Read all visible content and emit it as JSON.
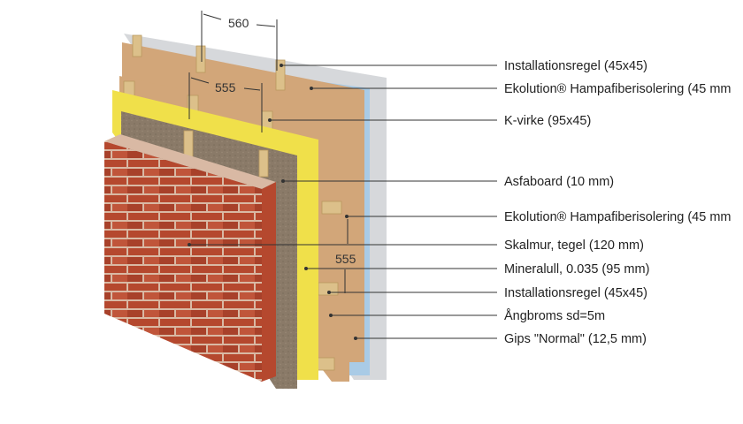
{
  "colors": {
    "gypsum": "#d6d8db",
    "vapor_barrier": "#a9cbe6",
    "hemp_fiber": "#d2a679",
    "timber": "#dcc08a",
    "mineral_wool": "#f0e04a",
    "asfaboard": "#8a7a68",
    "brick": "#b5482e",
    "mortar": "#d9b9a4"
  },
  "dimensions": {
    "top_spacing": "560",
    "mid_spacing": "555",
    "side_spacing": "555"
  },
  "labels": [
    {
      "id": "installationsregel-top",
      "text": "Installationsregel (45x45)"
    },
    {
      "id": "hampafiber-1",
      "text": "Ekolution® Hampafiberisolering (45 mm"
    },
    {
      "id": "k-virke",
      "text": "K-virke (95x45)"
    },
    {
      "id": "asfaboard",
      "text": "Asfaboard (10 mm)"
    },
    {
      "id": "hampafiber-2",
      "text": "Ekolution® Hampafiberisolering (45 mm"
    },
    {
      "id": "skalmur",
      "text": "Skalmur, tegel (120 mm)"
    },
    {
      "id": "mineralull",
      "text": "Mineralull, 0.035 (95 mm)"
    },
    {
      "id": "installationsregel-bottom",
      "text": "Installationsregel (45x45)"
    },
    {
      "id": "angbroms",
      "text": "Ångbroms sd=5m"
    },
    {
      "id": "gips",
      "text": "Gips \"Normal\" (12,5 mm)"
    }
  ]
}
